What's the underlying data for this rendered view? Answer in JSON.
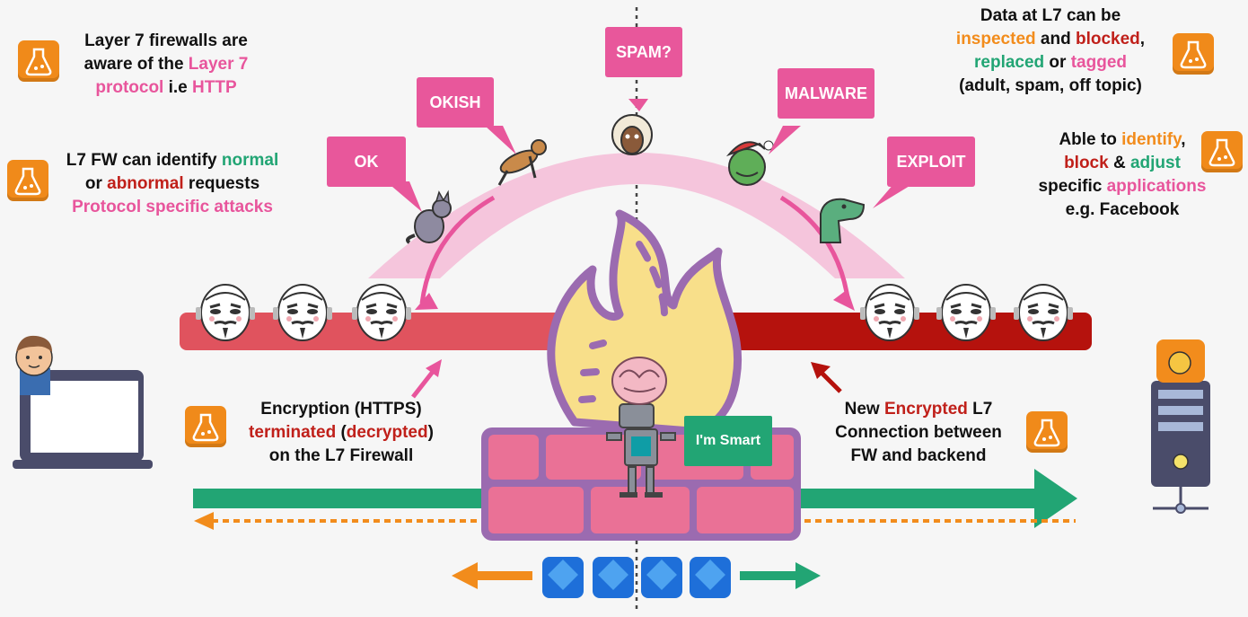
{
  "notes": {
    "top_left": {
      "line1": "Layer 7 firewalls are",
      "line2a": "aware of the ",
      "line2b": "Layer 7",
      "line3a": "protocol",
      "line3b": " i.e ",
      "line3c": "HTTP"
    },
    "mid_left": {
      "line1a": "L7 FW can identify ",
      "line1b": "normal",
      "line2a": "or ",
      "line2b": "abnormal",
      "line2c": " requests",
      "line3": "Protocol specific attacks"
    },
    "top_right": {
      "line1": "Data at L7 can be",
      "line2a": "inspected",
      "line2b": " and ",
      "line2c": "blocked",
      "line2d": ",",
      "line3a": "replaced",
      "line3b": " or ",
      "line3c": "tagged",
      "line4": "(adult, spam, off topic)"
    },
    "mid_right": {
      "line1a": "Able to ",
      "line1b": "identify",
      "line1c": ",",
      "line2a": "block",
      "line2b": " & ",
      "line2c": "adjust",
      "line3a": "specific ",
      "line3b": "applications",
      "line4": "e.g. Facebook"
    },
    "encryption_left": {
      "line1": "Encryption (HTTPS)",
      "line2a": "terminated",
      "line2b": " (",
      "line2c": "decrypted",
      "line2d": ")",
      "line3": "on the L7 Firewall"
    },
    "encryption_right": {
      "line1a": "New ",
      "line1b": "Encrypted",
      "line1c": " L7",
      "line2": "Connection between",
      "line3": "FW and backend"
    }
  },
  "bubbles": {
    "ok": "OK",
    "okish": "OKISH",
    "spam": "SPAM?",
    "malware": "MALWARE",
    "exploit": "EXPLOIT"
  },
  "robot_label": "I'm Smart",
  "colors": {
    "pink": "#e8559c",
    "green": "#22a574",
    "orange": "#f28c1c",
    "red": "#c0201a",
    "bar_left": "#e0535e",
    "bar_right": "#b5120d",
    "flame": "#f8df8a",
    "flame_outline": "#9b6bb0",
    "wall": "#ea7196",
    "cube": "#1e6fd9"
  },
  "icons": [
    "flask-icon",
    "person-icon",
    "laptop-icon",
    "server-icon",
    "cat-icon",
    "dog-icon",
    "sheep-icon",
    "grinch-icon",
    "dinosaur-icon",
    "mask-icon",
    "flame-icon",
    "brick-wall-icon",
    "robot-icon",
    "brain-icon",
    "cube-icon",
    "arrow-icon"
  ]
}
